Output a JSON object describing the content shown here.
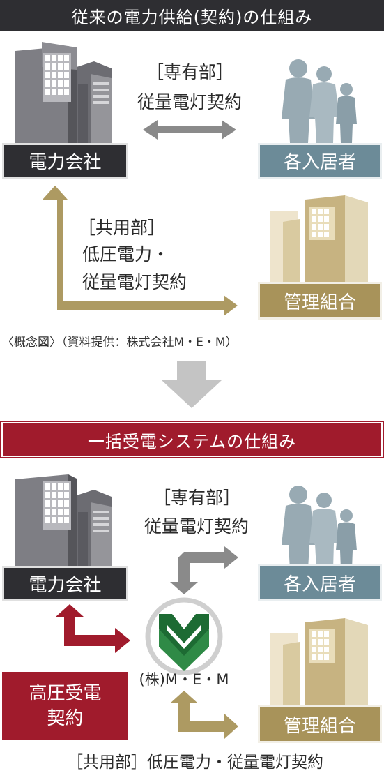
{
  "section1": {
    "title": "従来の電力供給(契約)の仕組み",
    "power_company": "電力会社",
    "residents": "各入居者",
    "management_union": "管理組合",
    "private_area_label": "［専有部］",
    "private_contract": "従量電灯契約",
    "common_area_label": "［共用部］",
    "common_contract_line1": "低圧電力・",
    "common_contract_line2": "従量電灯契約"
  },
  "caption": "〈概念図〉（資料提供：株式会社M・E・M）",
  "section2": {
    "title": "一括受電システムの仕組み",
    "power_company": "電力会社",
    "residents": "各入居者",
    "management_union": "管理組合",
    "private_area_label": "［専有部］",
    "private_contract": "従量電灯契約",
    "hv_contract_line1": "高圧受電",
    "hv_contract_line2": "契約",
    "mem_label": "(株)M・E・M",
    "bottom_note": "［共用部］低圧電力・従量電灯契約"
  },
  "colors": {
    "dark": "#2e2e32",
    "blue": "#6c8b98",
    "gold": "#a8935a",
    "red": "#a01b2c",
    "arrow_gray": "#8a8a8a",
    "transition_arrow": "#c4c4c4",
    "mem_green": "#1d6b33"
  },
  "icons": [
    "building-gray-icon",
    "family-silhouette-icon",
    "building-beige-icon",
    "mem-logo-icon"
  ]
}
